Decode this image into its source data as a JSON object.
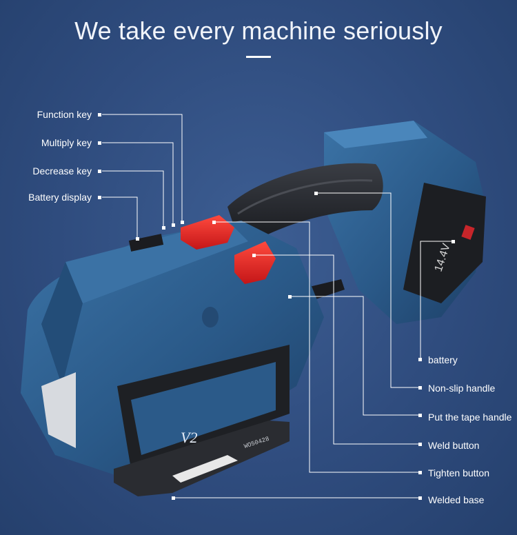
{
  "headline": "We take every machine seriously",
  "colors": {
    "background": "#2f4c7e",
    "machine_body": "#2c5a86",
    "accent_red": "#e02424",
    "text": "#ffffff"
  },
  "product": {
    "model_badge": "V2",
    "serial_plate": "WO50428",
    "battery_mark": "14.4V"
  },
  "callouts": {
    "function_key": "Function key",
    "multiply_key": "Multiply key",
    "decrease_key": "Decrease key",
    "battery_display": "Battery display",
    "battery": "battery",
    "non_slip_handle": "Non-slip handle",
    "put_tape_handle": "Put the tape handle",
    "weld_button": "Weld button",
    "tighten_button": "Tighten button",
    "welded_base": "Welded base"
  }
}
